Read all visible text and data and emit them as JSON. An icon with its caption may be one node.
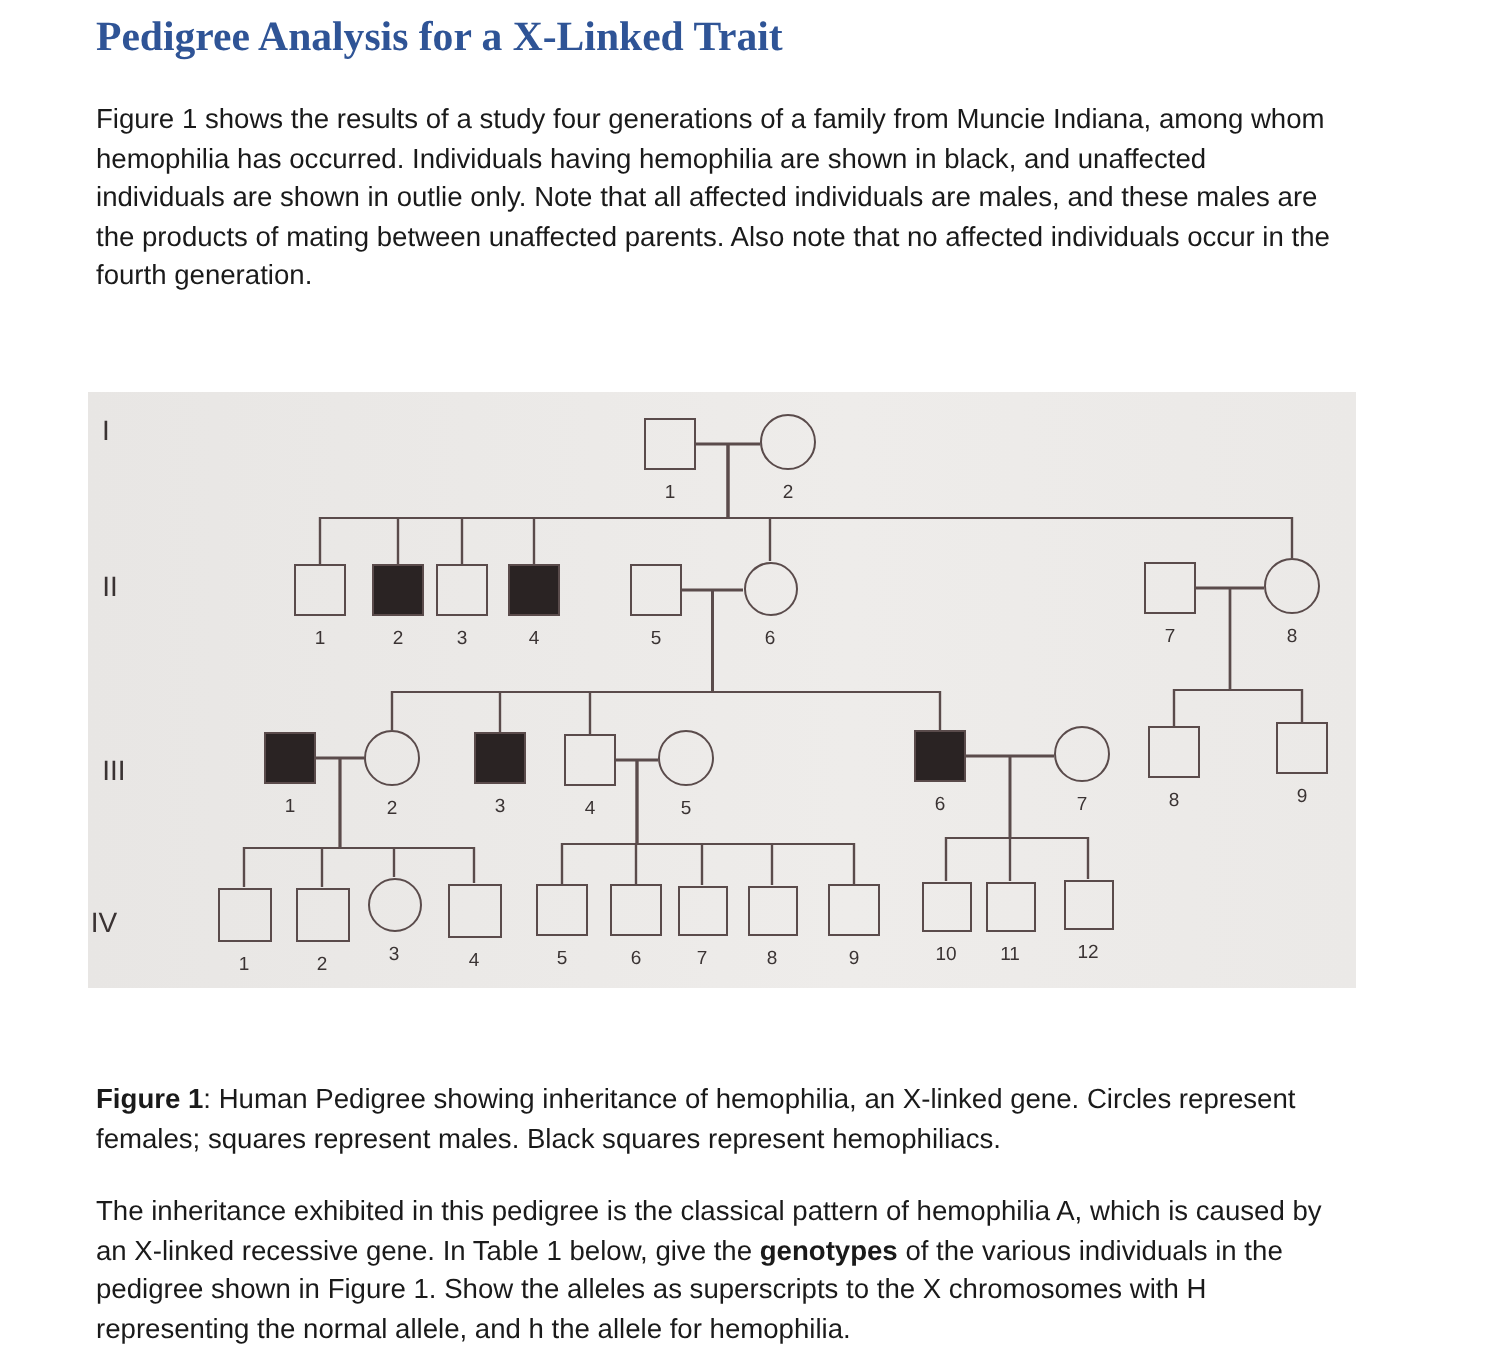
{
  "diagram": {
    "title": "Pedigree Analysis for a X-Linked Trait",
    "caption": "**Figure 1**: Human Pedigree showing inheritance of hemophilia, an X-linked gene. Circles represent females; squares represent males. Black squares represent hemophiliacs.",
    "nodes": [
      {
        "text": [],
        "shape": "square",
        "beside": [
          "1"
        ]
      },
      {
        "text": [],
        "shape": "circle",
        "beside": [
          "2"
        ]
      },
      {
        "text": [],
        "shape": "square",
        "beside": [
          "1"
        ]
      },
      {
        "text": [],
        "shape": "filled-square",
        "beside": [
          "2"
        ]
      },
      {
        "text": [],
        "shape": "square",
        "beside": [
          "3"
        ]
      },
      {
        "text": [],
        "shape": "filled-square",
        "beside": [
          "4"
        ]
      },
      {
        "text": [],
        "shape": "square",
        "beside": [
          "5"
        ]
      },
      {
        "text": [],
        "shape": "circle",
        "beside": [
          "6"
        ]
      },
      {
        "text": [],
        "shape": "square",
        "beside": [
          "7"
        ]
      },
      {
        "text": [],
        "shape": "circle",
        "beside": [
          "8"
        ]
      },
      {
        "text": [],
        "shape": "filled-square",
        "beside": [
          "1"
        ]
      },
      {
        "text": [],
        "shape": "circle",
        "beside": [
          "2"
        ]
      },
      {
        "text": [],
        "shape": "filled-square",
        "beside": [
          "3"
        ]
      },
      {
        "text": [],
        "shape": "square",
        "beside": [
          "4"
        ]
      },
      {
        "text": [],
        "shape": "circle",
        "beside": [
          "5"
        ]
      },
      {
        "text": [],
        "shape": "filled-square",
        "beside": [
          "6"
        ]
      },
      {
        "text": [],
        "shape": "circle",
        "beside": [
          "7"
        ]
      },
      {
        "text": [],
        "shape": "square",
        "beside": [
          "8"
        ]
      },
      {
        "text": [],
        "shape": "square",
        "beside": [
          "9"
        ]
      },
      {
        "text": [],
        "shape": "square",
        "beside": [
          "1"
        ]
      },
      {
        "text": [],
        "shape": "square",
        "beside": [
          "2"
        ]
      },
      {
        "text": [],
        "shape": "circle",
        "beside": [
          "3"
        ]
      },
      {
        "text": [],
        "shape": "square",
        "beside": [
          "4"
        ]
      },
      {
        "text": [],
        "shape": "square",
        "beside": [
          "5"
        ]
      },
      {
        "text": [],
        "shape": "square",
        "beside": [
          "6"
        ]
      },
      {
        "text": [],
        "shape": "square",
        "beside": [
          "7"
        ]
      },
      {
        "text": [],
        "shape": "square",
        "beside": [
          "8"
        ]
      },
      {
        "text": [],
        "shape": "square",
        "beside": [
          "9"
        ]
      },
      {
        "text": [],
        "shape": "square",
        "beside": [
          "10"
        ]
      },
      {
        "text": [],
        "shape": "square",
        "beside": [
          "11"
        ]
      },
      {
        "text": [],
        "shape": "square",
        "beside": [
          "12"
        ]
      }
    ],
    "edges": [
      {
        "from": 0,
        "to": 1,
        "arrow": "none"
      },
      {
        "from": 0,
        "to": 2,
        "arrow": "none"
      },
      {
        "from": 1,
        "to": 2,
        "arrow": "none"
      },
      {
        "from": 0,
        "to": 3,
        "arrow": "none"
      },
      {
        "from": 1,
        "to": 3,
        "arrow": "none"
      },
      {
        "from": 0,
        "to": 4,
        "arrow": "none"
      },
      {
        "from": 1,
        "to": 4,
        "arrow": "none"
      },
      {
        "from": 0,
        "to": 5,
        "arrow": "none"
      },
      {
        "from": 1,
        "to": 5,
        "arrow": "none"
      },
      {
        "from": 0,
        "to": 7,
        "arrow": "none"
      },
      {
        "from": 1,
        "to": 7,
        "arrow": "none"
      },
      {
        "from": 0,
        "to": 9,
        "arrow": "none"
      },
      {
        "from": 1,
        "to": 9,
        "arrow": "none"
      },
      {
        "from": 6,
        "to": 7,
        "arrow": "none"
      },
      {
        "from": 6,
        "to": 11,
        "arrow": "none"
      },
      {
        "from": 7,
        "to": 11,
        "arrow": "none"
      },
      {
        "from": 6,
        "to": 12,
        "arrow": "none"
      },
      {
        "from": 7,
        "to": 12,
        "arrow": "none"
      },
      {
        "from": 6,
        "to": 13,
        "arrow": "none"
      },
      {
        "from": 7,
        "to": 13,
        "arrow": "none"
      },
      {
        "from": 6,
        "to": 15,
        "arrow": "none"
      },
      {
        "from": 7,
        "to": 15,
        "arrow": "none"
      },
      {
        "from": 8,
        "to": 9,
        "arrow": "none"
      },
      {
        "from": 8,
        "to": 17,
        "arrow": "none"
      },
      {
        "from": 9,
        "to": 17,
        "arrow": "none"
      },
      {
        "from": 8,
        "to": 18,
        "arrow": "none"
      },
      {
        "from": 9,
        "to": 18,
        "arrow": "none"
      },
      {
        "from": 10,
        "to": 11,
        "arrow": "none"
      },
      {
        "from": 10,
        "to": 19,
        "arrow": "none"
      },
      {
        "from": 11,
        "to": 19,
        "arrow": "none"
      },
      {
        "from": 10,
        "to": 20,
        "arrow": "none"
      },
      {
        "from": 11,
        "to": 20,
        "arrow": "none"
      },
      {
        "from": 10,
        "to": 21,
        "arrow": "none"
      },
      {
        "from": 11,
        "to": 21,
        "arrow": "none"
      },
      {
        "from": 10,
        "to": 22,
        "arrow": "none"
      },
      {
        "from": 11,
        "to": 22,
        "arrow": "none"
      },
      {
        "from": 13,
        "to": 14,
        "arrow": "none"
      },
      {
        "from": 13,
        "to": 23,
        "arrow": "none"
      },
      {
        "from": 14,
        "to": 23,
        "arrow": "none"
      },
      {
        "from": 13,
        "to": 24,
        "arrow": "none"
      },
      {
        "from": 14,
        "to": 24,
        "arrow": "none"
      },
      {
        "from": 13,
        "to": 25,
        "arrow": "none"
      },
      {
        "from": 14,
        "to": 25,
        "arrow": "none"
      },
      {
        "from": 13,
        "to": 26,
        "arrow": "none"
      },
      {
        "from": 14,
        "to": 26,
        "arrow": "none"
      },
      {
        "from": 13,
        "to": 27,
        "arrow": "none"
      },
      {
        "from": 14,
        "to": 27,
        "arrow": "none"
      },
      {
        "from": 15,
        "to": 16,
        "arrow": "none"
      },
      {
        "from": 15,
        "to": 28,
        "arrow": "none"
      },
      {
        "from": 16,
        "to": 28,
        "arrow": "none"
      },
      {
        "from": 15,
        "to": 29,
        "arrow": "none"
      },
      {
        "from": 16,
        "to": 29,
        "arrow": "none"
      },
      {
        "from": 15,
        "to": 30,
        "arrow": "none"
      },
      {
        "from": 16,
        "to": 30,
        "arrow": "none"
      }
    ],
    "labels": [
      "Figure 1 shows the results of a study four generations of a family from Muncie Indiana, among whom hemophilia has occurred. Individuals having hemophilia are shown in black, and unaffected individuals are shown in outlie only. Note that all affected individuals are males, and these males are the products of mating between unaffected parents. Also note that no affected individuals occur in the fourth generation.",
      "I",
      "II",
      "III",
      "IV",
      "The inheritance exhibited in this pedigree is the classical pattern of hemophilia A, which is caused by an X-linked recessive gene. In Table 1 below, give the **genotypes** of the various individuals in the pedigree shown in Figure 1. Show the alleles as superscripts to the X chromosomes with H representing the normal allele, and h the allele for hemophilia."
    ]
  }
}
